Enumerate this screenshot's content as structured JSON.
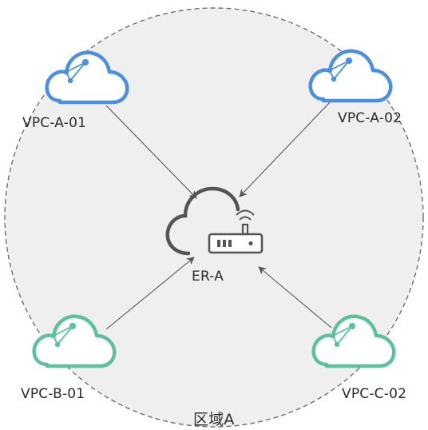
{
  "region": {
    "label": "区域A"
  },
  "router": {
    "label": "ER-A",
    "icon": "enterprise-router-icon"
  },
  "vpcs": [
    {
      "id": "vpc-a-01",
      "label": "VPC-A-01",
      "color": "#4a90e2",
      "icon": "cloud-vpc-icon"
    },
    {
      "id": "vpc-a-02",
      "label": "VPC-A-02",
      "color": "#4a90e2",
      "icon": "cloud-vpc-icon"
    },
    {
      "id": "vpc-b-01",
      "label": "VPC-B-01",
      "color": "#5cc29a",
      "icon": "cloud-vpc-icon"
    },
    {
      "id": "vpc-c-02",
      "label": "VPC-C-02",
      "color": "#5cc29a",
      "icon": "cloud-vpc-icon"
    }
  ],
  "colors": {
    "region_fill": "#efefef",
    "region_border": "#666666",
    "router_stroke": "#555555",
    "arrow": "#555555"
  }
}
